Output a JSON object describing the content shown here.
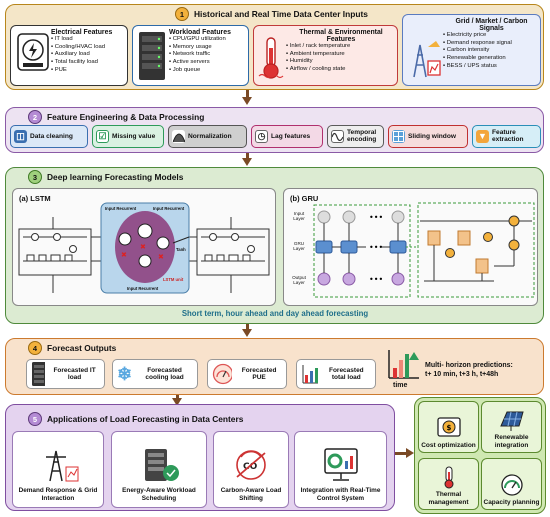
{
  "section1": {
    "number": "1",
    "title": "Historical and Real Time Data Center Inputs",
    "electrical": {
      "title": "Electrical Features",
      "items": [
        "IT load",
        "Cooling/HVAC load",
        "Auxiliary load",
        "Total facility load",
        "PUE"
      ]
    },
    "workload": {
      "title": "Workload Features",
      "items": [
        "CPU/GPU utilization",
        "Memory usage",
        "Network traffic",
        "Active servers",
        "Job queue"
      ]
    },
    "thermal": {
      "title": "Thermal & Environmental Features",
      "items": [
        "Inlet / rack temperature",
        "Ambient temperature",
        "Humidity",
        "Airflow / cooling state"
      ]
    },
    "grid": {
      "title": "Grid / Market / Carbon Signals",
      "items": [
        "Electricity price",
        "Demand response signal",
        "Carbon intensity",
        "Renewable generation",
        "BESS / UPS status"
      ]
    }
  },
  "section2": {
    "number": "2",
    "title": "Feature Engineering & Data Processing",
    "steps": [
      {
        "label": "Data cleaning",
        "icon": "database-icon",
        "border": "#3a6fb0",
        "bg": "#dbe8f7"
      },
      {
        "label": "Missing value",
        "icon": "checklist-icon",
        "border": "#2e9a5a",
        "bg": "#daf1e2"
      },
      {
        "label": "Normalization",
        "icon": "bell-curve-icon",
        "border": "#555555",
        "bg": "#cfcfcf"
      },
      {
        "label": "Lag features",
        "icon": "clock-icon",
        "border": "#b0306e",
        "bg": "#f3d9e6"
      },
      {
        "label": "Temporal encoding",
        "icon": "sine-wave-icon",
        "border": "#5b5b5b",
        "bg": "#eeeeee"
      },
      {
        "label": "Sliding window",
        "icon": "window-icon",
        "border": "#c03030",
        "bg": "#f6dcdc"
      },
      {
        "label": "Feature extraction",
        "icon": "funnel-icon",
        "border": "#2a8fb8",
        "bg": "#d6eef7"
      }
    ]
  },
  "section3": {
    "number": "3",
    "title": "Deep learning Forecasting Models",
    "lstm_title": "(a) LSTM",
    "gru_title": "(b) GRU",
    "gru_layers": [
      "Input Layer",
      "GRU Layer",
      "Output Layer"
    ],
    "lstm_labels": [
      "Input Recurrent",
      "Input Recurrent",
      "Tanh",
      "Input Recurrent",
      "LSTM unit"
    ],
    "footer": "Short term, hour ahead and day ahead forecasting"
  },
  "section4": {
    "number": "4",
    "title": "Forecast Outputs",
    "outputs": [
      {
        "label": "Forecasted IT load",
        "icon": "server-icon"
      },
      {
        "label": "Forecasted cooling load",
        "icon": "snowflake-icon"
      },
      {
        "label": "Forecasted PUE",
        "icon": "gauge-icon"
      },
      {
        "label": "Forecasted total load",
        "icon": "bar-chart-icon"
      }
    ],
    "time_label": "time",
    "horizon_title": "Multi- horizon predictions:",
    "horizon_values": "t+ 10 min, t+3 h, t+48h"
  },
  "section5": {
    "number": "5",
    "title": "Applications of Load Forecasting in Data Centers",
    "apps": [
      {
        "label": "Demand Response & Grid Interaction",
        "icon": "transmission-tower-icon"
      },
      {
        "label": "Energy-Aware Workload Scheduling",
        "icon": "server-rack-icon"
      },
      {
        "label": "Carbon-Aware Load Shifting",
        "icon": "carbon-cycle-icon"
      },
      {
        "label": "Integration with Real-Time Control System",
        "icon": "monitor-dashboard-icon"
      }
    ]
  },
  "benefits": [
    {
      "label": "Cost optimization",
      "icon": "cost-optimization-icon"
    },
    {
      "label": "Renewable integration",
      "icon": "solar-panel-icon"
    },
    {
      "label": "Thermal management",
      "icon": "thermometer-icon"
    },
    {
      "label": "Capacity planning",
      "icon": "capacity-gauge-icon"
    }
  ],
  "colors": {
    "arrow": "#7a4a25",
    "section1_bg": "#f4e6c8",
    "section3_bg": "#dcebd2",
    "footer_text": "#1f6f8a"
  }
}
